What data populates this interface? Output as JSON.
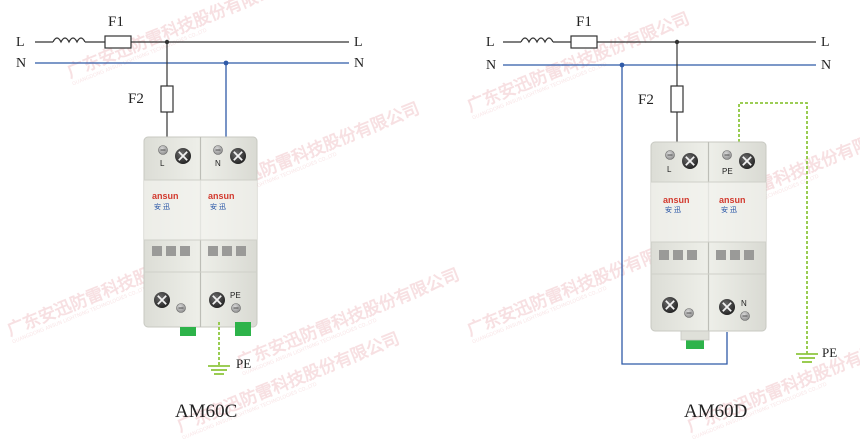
{
  "left_diagram": {
    "line_label_left": "L",
    "line_label_right": "L",
    "neutral_label_left": "N",
    "neutral_label_right": "N",
    "fuse1_label": "F1",
    "fuse2_label": "F2",
    "module1_terminal_top": "L",
    "module2_terminal_top": "N",
    "module2_terminal_bottom": "PE",
    "brand_latin": "ansun",
    "brand_chinese": "安 迅",
    "ground_label": "PE",
    "model": "AM60C"
  },
  "right_diagram": {
    "line_label_left": "L",
    "line_label_right": "L",
    "neutral_label_left": "N",
    "neutral_label_right": "N",
    "fuse1_label": "F1",
    "fuse2_label": "F2",
    "module1_terminal_top": "L",
    "module2_terminal_top": "PE",
    "module2_terminal_bottom": "N",
    "brand_latin": "ansun",
    "brand_chinese": "安 迅",
    "ground_label": "PE",
    "model": "AM60D"
  },
  "watermark": {
    "text": "广东安迅防雷科技股份有限公司",
    "subtext": "GUANGDONG ANSUN LIGHTNING TECHNOLOGIES CO.,LTD"
  },
  "colors": {
    "line_wire": "#333333",
    "neutral_wire": "#2f5aa8",
    "ground_wire": "#8ec63f",
    "device_body": "#e9eae4",
    "indicator": "#2db34a",
    "brand_red": "#d23a2f",
    "brand_blue": "#1f4ea3",
    "watermark": "#f2c8cc"
  }
}
